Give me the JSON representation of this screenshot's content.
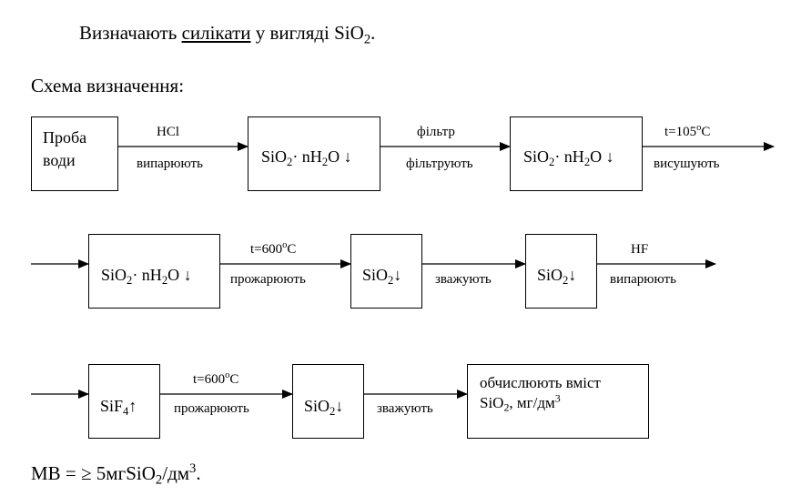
{
  "intro": {
    "prefix": "Визначають ",
    "underlined": "силікати",
    "middle": " у вигляді SiO",
    "sub": "2",
    "suffix": "."
  },
  "scheme_title": "Схема визначення:",
  "boxes": {
    "b1": {
      "line1": "Проба",
      "line2": "води"
    },
    "b2": {
      "main": "SiO",
      "sub": "2",
      "dot": "· nH",
      "sub2": "2",
      "rest": "O ↓"
    },
    "b3": {
      "main": "SiO",
      "sub": "2",
      "dot": "· nH",
      "sub2": "2",
      "rest": "O ↓"
    },
    "b4": {
      "main": "SiO",
      "sub": "2",
      "dot": "· nH",
      "sub2": "2",
      "rest": "O ↓"
    },
    "b5": {
      "main": "SiO",
      "sub": "2",
      "rest": "↓"
    },
    "b6": {
      "main": "SiO",
      "sub": "2",
      "rest": "↓"
    },
    "b7": {
      "main": "SiF",
      "sub": "4",
      "rest": "↑"
    },
    "b8": {
      "main": "SiO",
      "sub": "2",
      "rest": "↓"
    },
    "b9": {
      "line1": "обчислюють вміст",
      "l2main": "SiO",
      "l2sub": "2",
      "l2rest": ", мг/дм",
      "l2sup": "3"
    }
  },
  "arrows": {
    "a1": {
      "above": "HCl",
      "below": "випарюють"
    },
    "a2": {
      "above": "фільтр",
      "below": "фільтрують"
    },
    "a3": {
      "above_pre": "t=105",
      "above_deg": "o",
      "above_post": "C",
      "below": "висушують"
    },
    "a4": {
      "above_pre": "t=600",
      "above_deg": "o",
      "above_post": "C",
      "below": "прожарюють"
    },
    "a5": {
      "below": "зважують"
    },
    "a6": {
      "above": "HF",
      "below": "випарюють"
    },
    "a7": {
      "above_pre": "t=600",
      "above_deg": "o",
      "above_post": "C",
      "below": "прожарюють"
    },
    "a8": {
      "below": "зважують"
    }
  },
  "footer": {
    "main": "МВ = ≥ 5мгSiO",
    "sub": "2",
    "unit": "/дм",
    "sup": "3",
    "end": "."
  }
}
